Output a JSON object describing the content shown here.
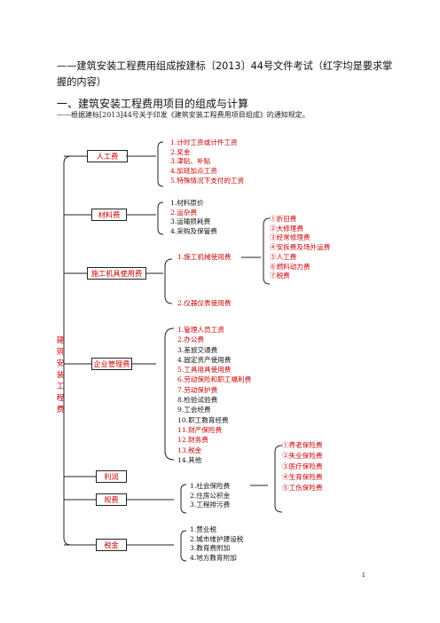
{
  "title": "——建筑安装工程费用组成按建标〔2013〕44号文件考试（红字均是要求掌握的内容）",
  "section_heading": "一、建筑安装工程费用项目的组成与计算",
  "intro": "——根据建标[2013]44号关于印发《建筑安装工程费用项目组成》的通知规定。",
  "root_label": "建筑安装工程费",
  "root_chars": [
    "建",
    "筑",
    "安",
    "装",
    "工",
    "程",
    "费"
  ],
  "categories": [
    {
      "label": "人工费",
      "items": [
        "1.计时工资或计件工资",
        "2.奖金",
        "3.津贴、补贴",
        "4.加班加点工资",
        "5.特殊情况下支付的工资"
      ]
    },
    {
      "label": "材料费",
      "items": [
        "1.材料原价",
        "2.运杂费",
        "3.运输损耗费",
        "4.采购及保管费"
      ]
    },
    {
      "label": "施工机具使用费",
      "items": [
        "1.施工机械使用费",
        "2.仪器仪表使用费"
      ],
      "sub_items": [
        "①折旧费",
        "②大修理费",
        "③经常修理费",
        "④安拆费及场外运费",
        "⑤人工费",
        "⑥燃料动力费",
        "⑦税费"
      ]
    },
    {
      "label": "企业管理费",
      "items": [
        "1.管理人员工资",
        "2.办公费",
        "3.差旅交通费",
        "4.固定资产使用费",
        "5.工具用具使用费",
        "6.劳动保险和职工福利费",
        "7.劳动保护费",
        "8.检验试验费",
        "9.工会经费",
        "10.职工教育经费",
        "11.财产保险费",
        "12.财务费",
        "13.税金",
        "14.其他"
      ]
    },
    {
      "label": "利润",
      "items": []
    },
    {
      "label": "规费",
      "items": [
        "1.社会保险费",
        "2.住房公积金",
        "3.工程排污费"
      ],
      "sub_items": [
        "①养老保险费",
        "②失业保险费",
        "③医疗保险费",
        "④生育保险费",
        "⑤工伤保险费"
      ]
    },
    {
      "label": "税金",
      "items": [
        "1.营业税",
        "2.城市维护建设税",
        "3.教育费附加",
        "4.地方教育附加"
      ]
    }
  ],
  "page_number": "1"
}
